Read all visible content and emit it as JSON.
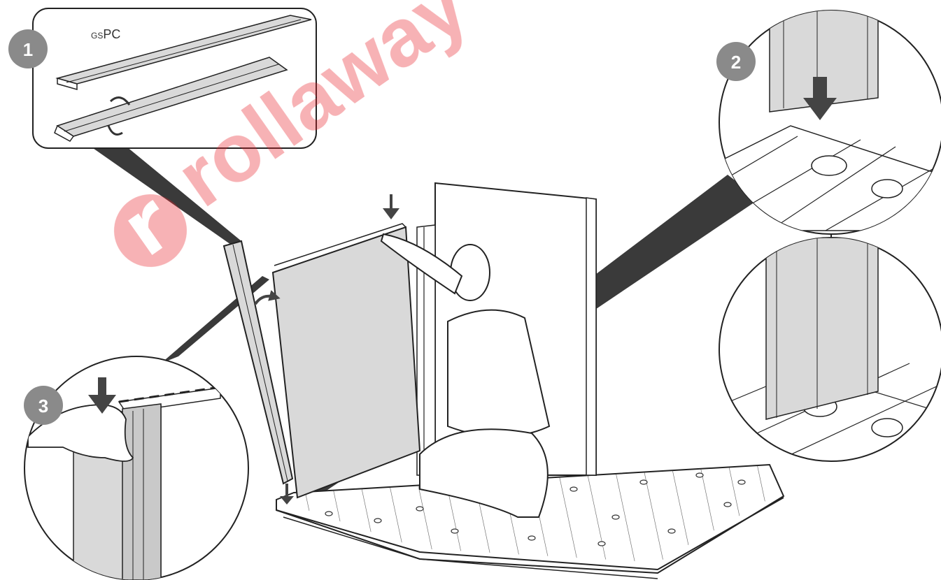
{
  "watermark": {
    "text": "rollaway",
    "color": "#e8242b",
    "opacity": 0.35
  },
  "callouts": {
    "one": {
      "number": "1"
    },
    "two": {
      "number": "2"
    },
    "three": {
      "number": "3"
    }
  },
  "part_label": {
    "prefix": "GS",
    "name": "PC"
  },
  "colors": {
    "line": "#222222",
    "panel": "#d9d9d9",
    "badge": "#8a8a8a",
    "arrow": "#444444"
  },
  "icons": [
    "down-arrow-icon",
    "curved-arrow-icon",
    "rotate-arrow-icon"
  ]
}
